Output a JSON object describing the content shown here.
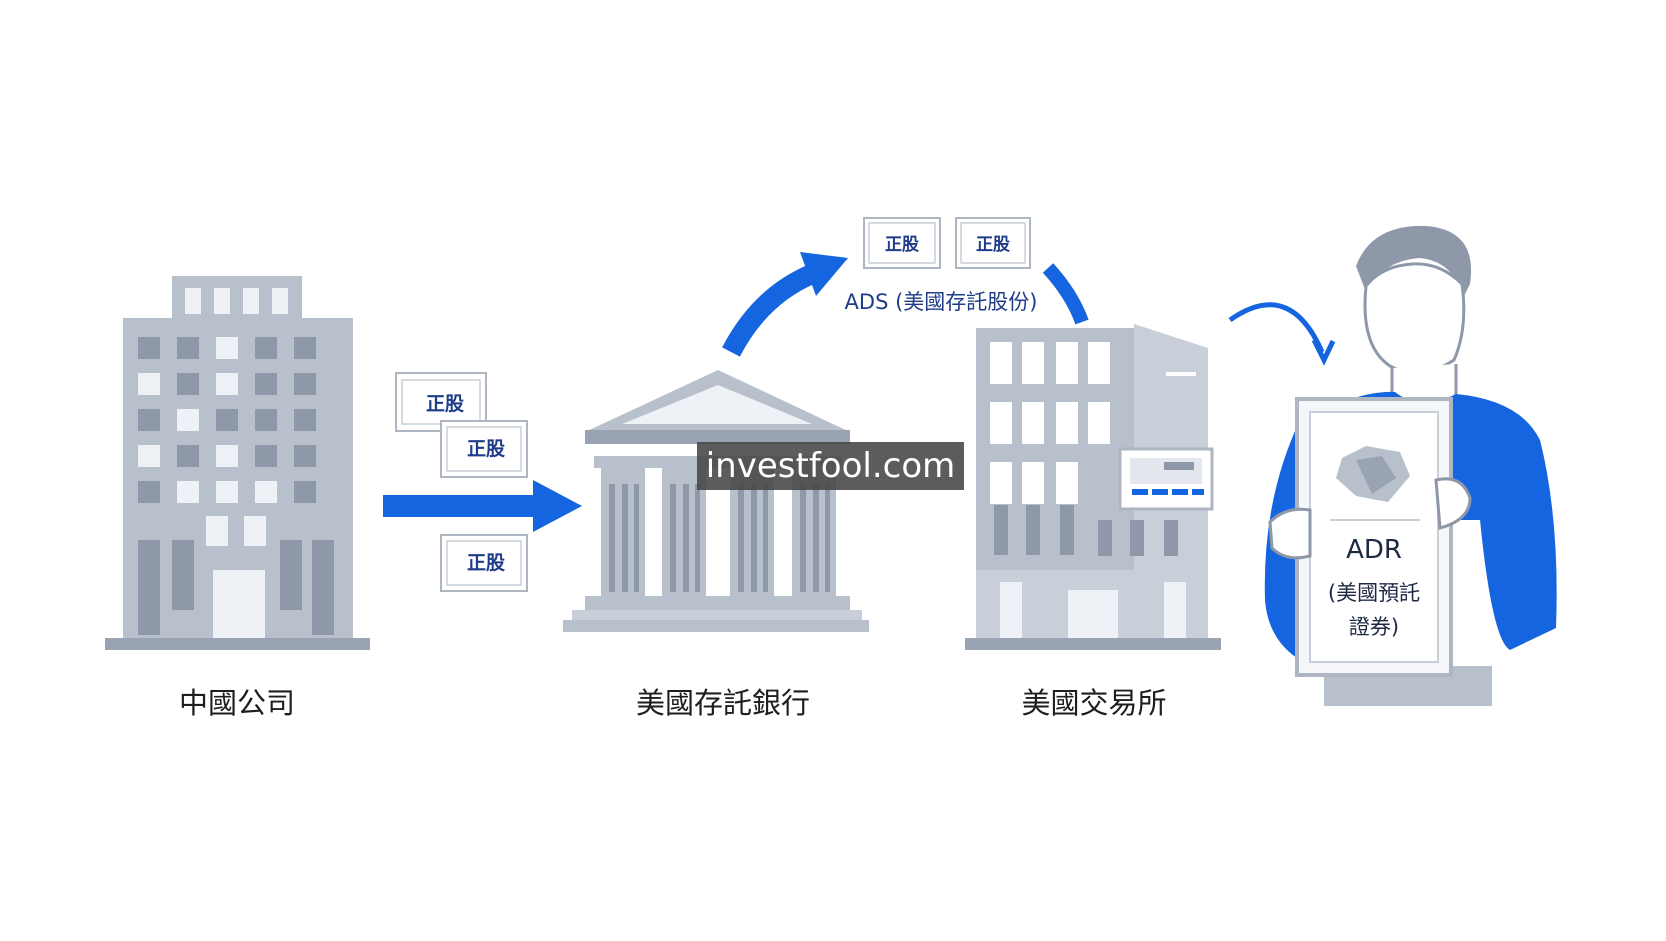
{
  "nodes": {
    "china_company": "中國公司",
    "us_depositary_bank": "美國存託銀行",
    "us_exchange": "美國交易所"
  },
  "share_labels": [
    "正股",
    "正股",
    "正股",
    "正股",
    "正股"
  ],
  "ads_label": "ADS (美國存託股份)",
  "adr": {
    "title": "ADR",
    "subtitle_line1": "(美國預託",
    "subtitle_line2": "證券)"
  },
  "watermark": "investfool.com",
  "colors": {
    "accent_blue": "#1565e0",
    "building_gray": "#b8c0cc",
    "building_dark": "#8e98a8",
    "text": "#1e1e1e"
  }
}
